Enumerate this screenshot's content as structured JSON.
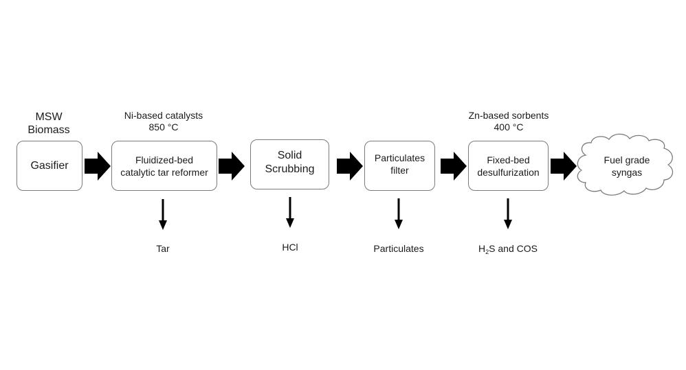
{
  "diagram": {
    "inputs_label": [
      "MSW",
      "Biomass"
    ],
    "annotations": {
      "reformer": [
        "Ni-based catalysts",
        "850 °C"
      ],
      "desulfurization": [
        "Zn-based sorbents",
        "400 °C"
      ]
    },
    "nodes": [
      {
        "id": "gasifier",
        "lines": [
          "Gasifier"
        ]
      },
      {
        "id": "reformer",
        "lines": [
          "Fluidized-bed",
          "catalytic tar reformer"
        ]
      },
      {
        "id": "scrubbing",
        "lines": [
          "Solid",
          "Scrubbing"
        ]
      },
      {
        "id": "filter",
        "lines": [
          "Particulates",
          "filter"
        ]
      },
      {
        "id": "desulfurization",
        "lines": [
          "Fixed-bed",
          "desulfurization"
        ]
      },
      {
        "id": "syngas",
        "lines": [
          "Fuel grade",
          "syngas"
        ]
      }
    ],
    "outputs": {
      "reformer": "Tar",
      "scrubbing": "HCl",
      "filter": "Particulates",
      "desulfurization_prefix": "H",
      "desulfurization_sub": "2",
      "desulfurization_suffix": "S and COS"
    }
  }
}
